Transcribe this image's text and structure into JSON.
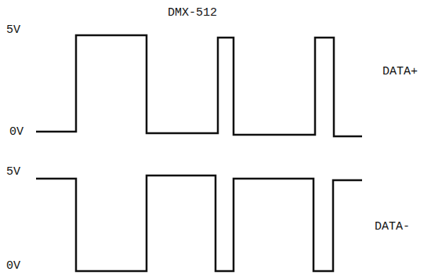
{
  "diagram": {
    "title": "DMX-512",
    "labels": [
      "5V",
      "0V",
      "DATA+",
      "5V",
      "0V",
      "DATA-"
    ]
  }
}
